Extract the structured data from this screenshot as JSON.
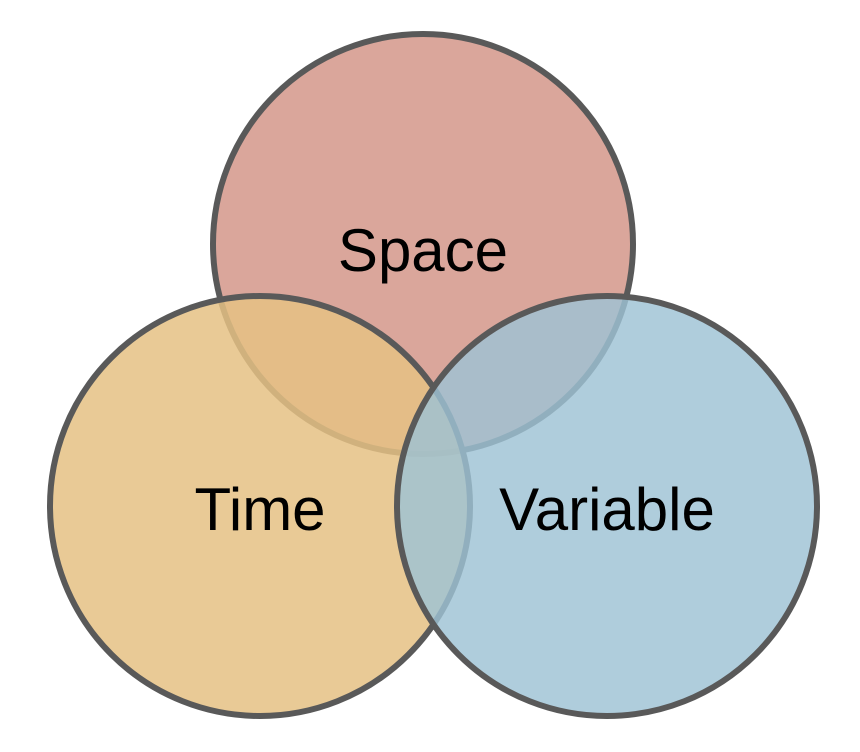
{
  "diagram": {
    "type": "venn",
    "outline_color": "#595959",
    "sets": [
      {
        "key": "space",
        "label": "Space",
        "color": "#d4978a"
      },
      {
        "key": "time",
        "label": "Time",
        "color": "#e5c184"
      },
      {
        "key": "variable",
        "label": "Variable",
        "color": "#9dc2d4"
      }
    ]
  }
}
